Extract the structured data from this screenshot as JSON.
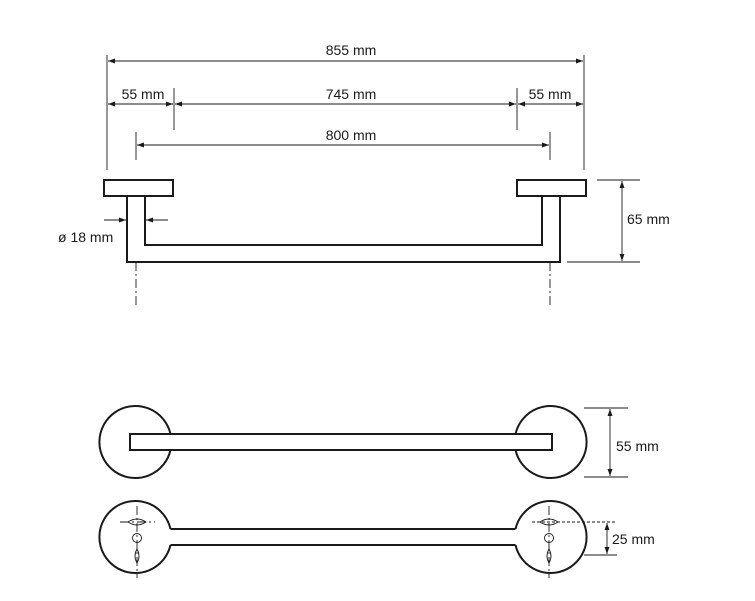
{
  "dimensions": {
    "overall": "855 mm",
    "left_flange": "55 mm",
    "inner_span": "745 mm",
    "right_flange": "55 mm",
    "center_distance": "800 mm",
    "rod_diameter": "ø 18 mm",
    "depth": "65 mm",
    "rosette_diameter": "55 mm",
    "mount_offset": "25 mm"
  },
  "colors": {
    "line": "#1a1a1a",
    "background": "#ffffff"
  }
}
